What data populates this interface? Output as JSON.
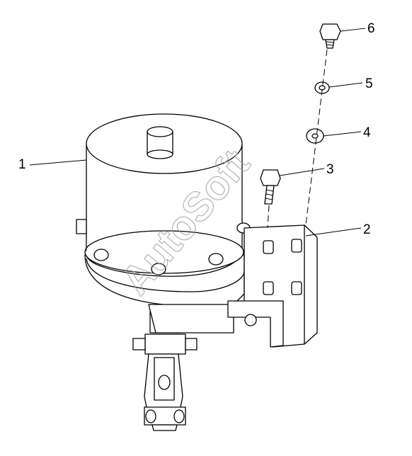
{
  "diagram": {
    "callouts": [
      "1",
      "2",
      "3",
      "4",
      "5",
      "6"
    ],
    "watermark": "AutoSoft"
  },
  "colors": {
    "line": "#000000",
    "background": "#ffffff",
    "watermark": "#9a9a9a"
  }
}
